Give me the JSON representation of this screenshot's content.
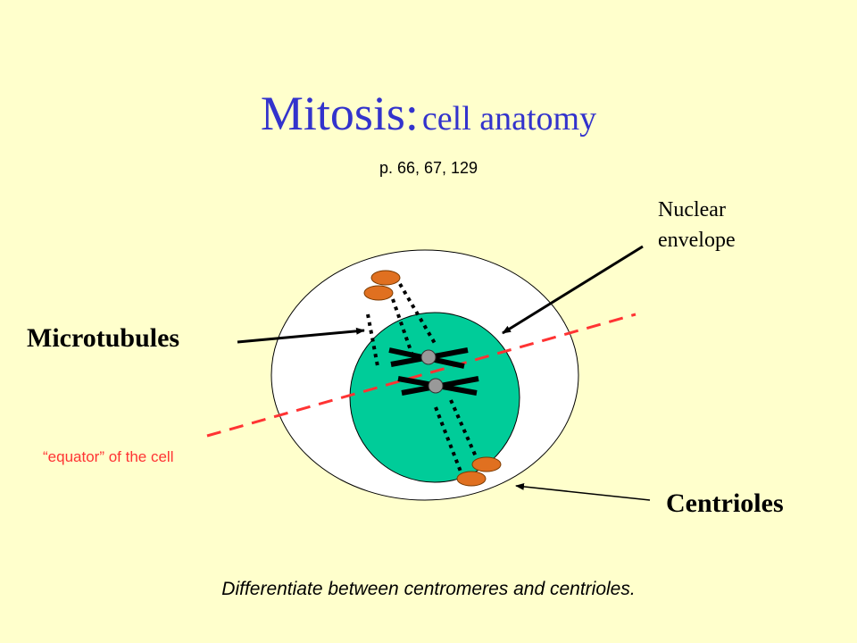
{
  "slide": {
    "title_main": "Mitosis:",
    "title_sub": "cell anatomy",
    "page_refs": "p. 66, 67, 129",
    "footer_note": "Differentiate between centromeres and centrioles."
  },
  "labels": {
    "nuclear_envelope_line1": "Nuclear",
    "nuclear_envelope_line2": "envelope",
    "microtubules": "Microtubules",
    "centrioles": "Centrioles",
    "equator": "“equator” of the cell"
  },
  "colors": {
    "background": "#ffffcc",
    "title": "#3333cc",
    "cell": "#ffffff",
    "nucleus": "#00cc99",
    "centriole": "#e07020",
    "centromere": "#999999",
    "equator_line": "#ff3333",
    "chromosome": "#000000"
  }
}
